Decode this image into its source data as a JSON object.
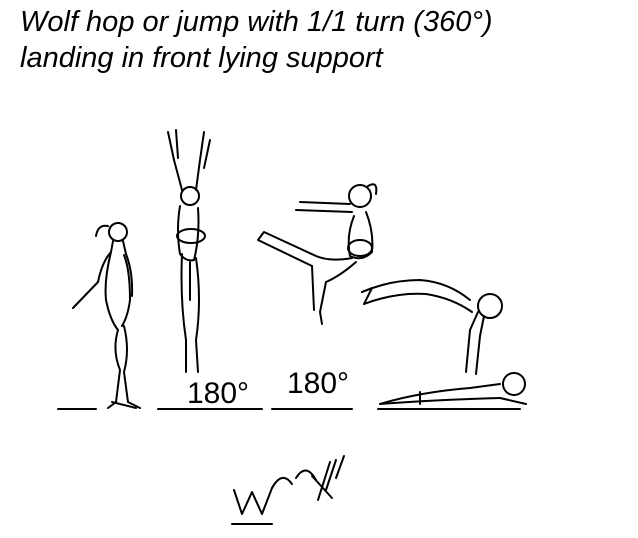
{
  "title": {
    "line1": "Wolf hop or jump with 1/1 turn (360°)",
    "line2": "landing in front lying support"
  },
  "labels": {
    "turn_first": "180°",
    "turn_second": "180°"
  },
  "symbol": {
    "icon": "wolf-jump-notation-symbol"
  },
  "colors": {
    "ink": "#000000",
    "background": "#ffffff"
  }
}
